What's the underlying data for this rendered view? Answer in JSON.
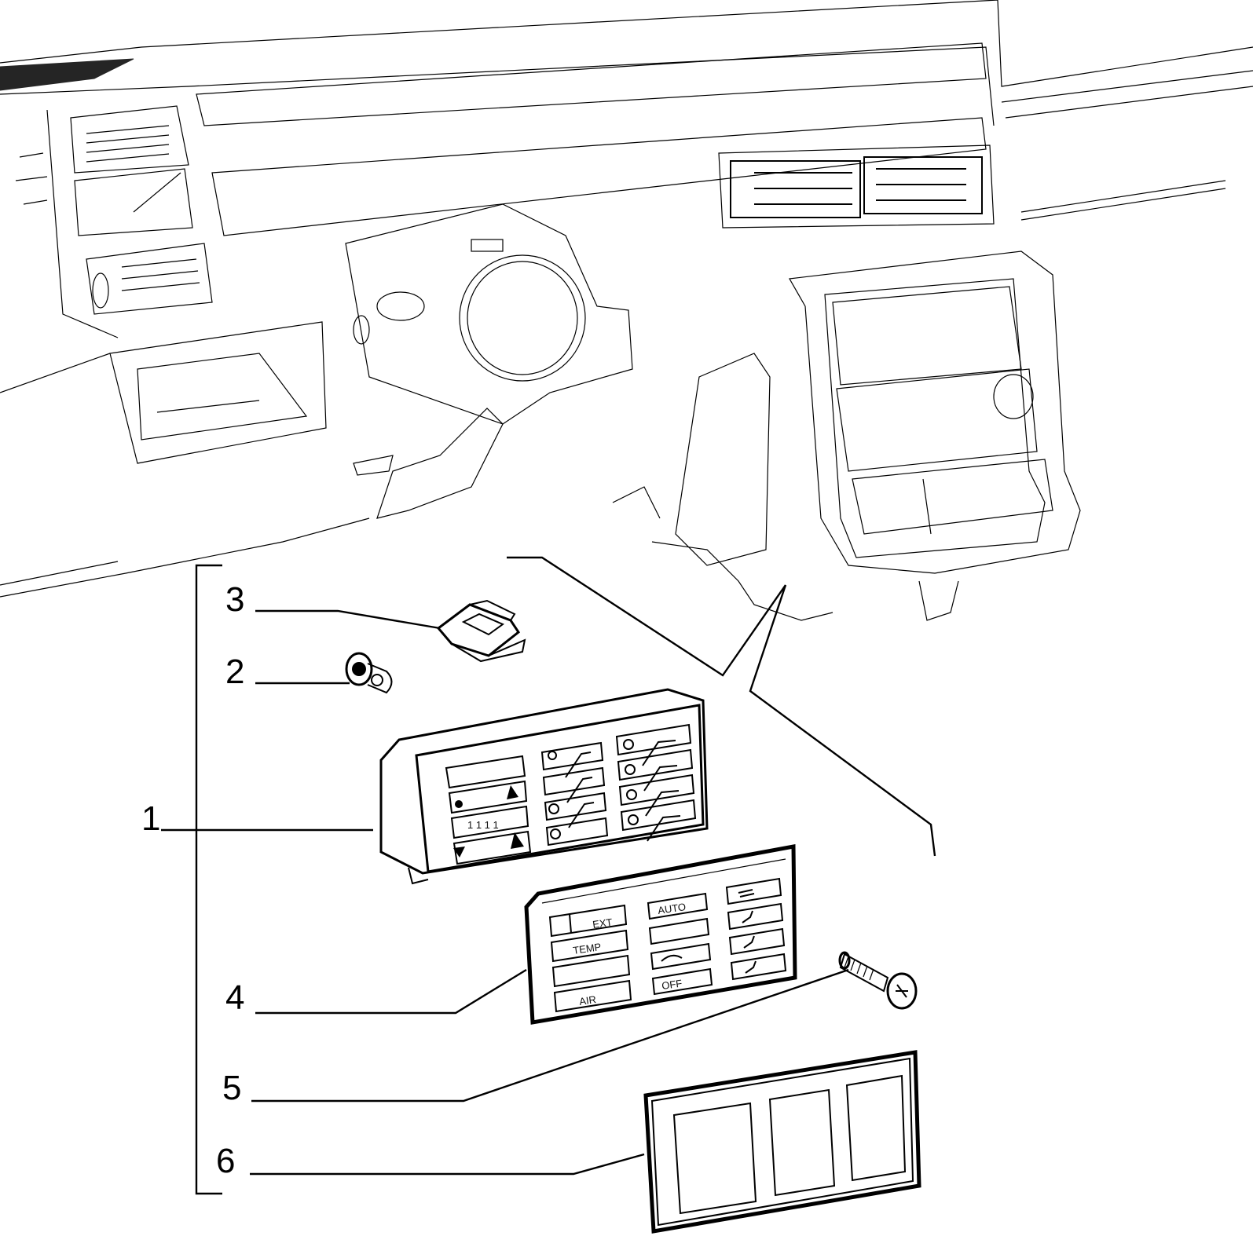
{
  "callouts": {
    "c1": "1",
    "c2": "2",
    "c3": "3",
    "c4": "4",
    "c5": "5",
    "c6": "6"
  },
  "label_plate": {
    "ext": "EXT",
    "temp": "TEMP",
    "air": "AIR",
    "auto": "AUTO",
    "off": "OFF"
  },
  "colors": {
    "line": "#000000",
    "background": "#ffffff"
  }
}
